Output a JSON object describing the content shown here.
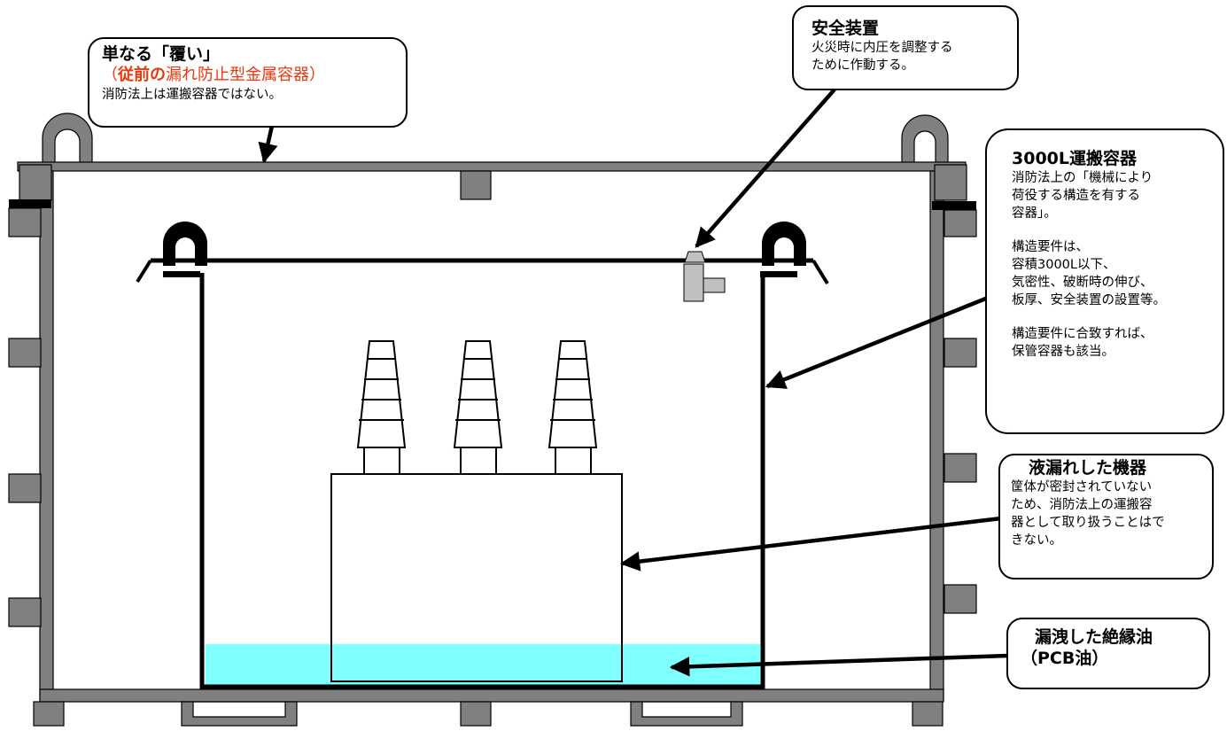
{
  "callouts": {
    "cover": {
      "title": "単なる「覆い」",
      "paren_open": "（",
      "red_bold": "従前の",
      "red_normal": "漏れ防止型金属容器",
      "paren_close": "）",
      "note": "消防法上は運搬容器ではない。"
    },
    "safety_device": {
      "title": "安全装置",
      "line1": "火災時に内圧を調整する",
      "line2": "ために作動する。"
    },
    "container_3000l": {
      "title": "3000L運搬容器",
      "para1": [
        "消防法上の「機械により",
        "荷役する構造を有する",
        "容器」。"
      ],
      "para2": [
        "構造要件は、",
        "容積3000L以下、",
        "気密性、破断時の伸び、",
        "板厚、安全装置の設置等。"
      ],
      "para3": [
        "構造要件に合致すれば、",
        "保管容器も該当。"
      ]
    },
    "leaked_equipment": {
      "title": "液漏れした機器",
      "lines": [
        "筐体が密封されていない",
        "ため、消防法上の運搬容",
        "器として取り扱うことはで",
        "きない。"
      ]
    },
    "leaked_oil": {
      "title": "漏洩した絶縁油",
      "subtitle": "（PCB油）"
    }
  },
  "colors": {
    "frame_gray": "#808080",
    "oil_cyan": "#80ffff",
    "highlight_red": "#e8380d",
    "outline": "#000000"
  }
}
